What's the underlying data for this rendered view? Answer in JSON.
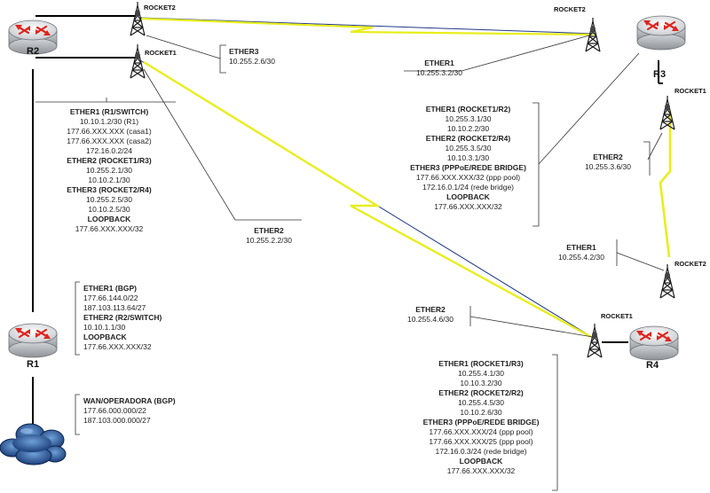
{
  "routers": {
    "r1": "R1",
    "r2": "R2",
    "r3": "R3",
    "r4": "R4"
  },
  "towers": {
    "r2_rocket2": "ROCKET2",
    "r2_rocket1": "ROCKET1",
    "r3_rocket2": "ROCKET2",
    "r3_rocket1": "ROCKET1",
    "r4_rocket2": "ROCKET2",
    "r4_rocket1": "ROCKET1"
  },
  "labels": {
    "r2_ether3": {
      "title": "ETHER3",
      "line1": "10.255.2.6/30"
    },
    "r2_ether2": {
      "title": "ETHER2",
      "line1": "10.255.2.2/30"
    },
    "r3_ether1": {
      "title": "ETHER1",
      "line1": "10.255.3.2/30"
    },
    "r3_ether2": {
      "title": "ETHER2",
      "line1": "10.255.3.6/30"
    },
    "r4_ether1": {
      "title": "ETHER1",
      "line1": "10.255.4.2/30"
    },
    "r4_ether2": {
      "title": "ETHER2",
      "line1": "10.255.4.6/30"
    }
  },
  "blocks": {
    "r2": [
      {
        "t": "ETHER1 (R1/SWITCH)",
        "b": true
      },
      {
        "t": "10.10.1.2/30 (R1)",
        "b": false
      },
      {
        "t": "177.66.XXX.XXX (casa1)",
        "b": false
      },
      {
        "t": "177.66.XXX.XXX (casa2)",
        "b": false
      },
      {
        "t": "172.16.0.2/24",
        "b": false
      },
      {
        "t": "ETHER2 (ROCKET1/R3)",
        "b": true
      },
      {
        "t": "10.255.2.1/30",
        "b": false
      },
      {
        "t": "10.10.2.1/30",
        "b": false
      },
      {
        "t": "ETHER3 (ROCKET2/R4)",
        "b": true
      },
      {
        "t": "10.255.2.5/30",
        "b": false
      },
      {
        "t": "10.10.2.5/30",
        "b": false
      },
      {
        "t": "LOOPBACK",
        "b": true
      },
      {
        "t": "177.66.XXX.XXX/32",
        "b": false
      }
    ],
    "r3": [
      {
        "t": "ETHER1 (ROCKET1/R2)",
        "b": true
      },
      {
        "t": "10.255.3.1/30",
        "b": false
      },
      {
        "t": "10.10.2.2/30",
        "b": false
      },
      {
        "t": "ETHER2 (ROCKET2/R4)",
        "b": true
      },
      {
        "t": "10.255.3.5/30",
        "b": false
      },
      {
        "t": "10.10.3.1/30",
        "b": false
      },
      {
        "t": "ETHER3 (PPPoE/REDE BRIDGE)",
        "b": true
      },
      {
        "t": "177.66.XXX.XXX/32 (ppp pool)",
        "b": false
      },
      {
        "t": "172.16.0.1/24 (rede bridge)",
        "b": false
      },
      {
        "t": "LOOPBACK",
        "b": true
      },
      {
        "t": "177.66.XXX.XXX/32",
        "b": false
      }
    ],
    "r1": [
      {
        "t": "ETHER1 (BGP)",
        "b": true
      },
      {
        "t": "177.66.144.0/22",
        "b": false
      },
      {
        "t": "187.103.113.64/27",
        "b": false
      },
      {
        "t": "ETHER2 (R2/SWITCH)",
        "b": true
      },
      {
        "t": "10.10.1.1/30",
        "b": false
      },
      {
        "t": "LOOPBACK",
        "b": true
      },
      {
        "t": "177.66.XXX.XXX/32",
        "b": false
      }
    ],
    "wan": [
      {
        "t": "WAN/OPERADORA (BGP)",
        "b": true
      },
      {
        "t": "177.66.000.000/22",
        "b": false
      },
      {
        "t": "187.103.000.000/27",
        "b": false
      }
    ],
    "r4": [
      {
        "t": "ETHER1 (ROCKET1/R3)",
        "b": true
      },
      {
        "t": "10.255.4.1/30",
        "b": false
      },
      {
        "t": "10.10.3.2/30",
        "b": false
      },
      {
        "t": "ETHER2 (ROCKET2/R2)",
        "b": true
      },
      {
        "t": "10.255.4.5/30",
        "b": false
      },
      {
        "t": "10.10.2.6/30",
        "b": false
      },
      {
        "t": "ETHER3 (PPPoE/REDE BRIDGE)",
        "b": true
      },
      {
        "t": "177.66.XXX.XXX/24 (ppp pool)",
        "b": false
      },
      {
        "t": "177.66.XXX.XXX/25 (ppp pool)",
        "b": false
      },
      {
        "t": "172.16.0.3/24 (rede bridge)",
        "b": false
      },
      {
        "t": "LOOPBACK",
        "b": true
      },
      {
        "t": "177.66.XXX.XXX/32",
        "b": false
      }
    ]
  }
}
